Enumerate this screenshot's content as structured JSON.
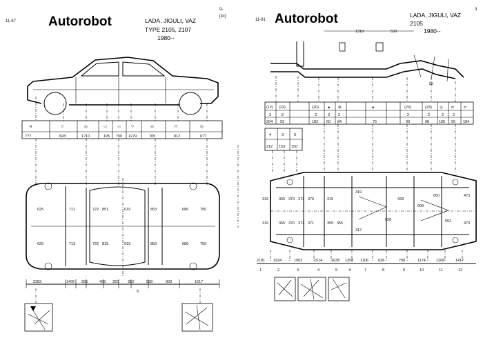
{
  "left_page": {
    "page_ref": "11-87",
    "corner_marks": [
      "9-",
      "[4c]"
    ],
    "brand": "Autorobot",
    "model_line1": "LADA, JIGULI, VAZ",
    "model_line2": "TYPE 2105, 2107",
    "year": "1980--",
    "side_table_values": [
      "7??",
      "828",
      "1?10",
      "195",
      "750",
      "1279",
      "705",
      "812",
      "6??"
    ],
    "plan_dimensions": [
      "625",
      "625",
      "711",
      "713",
      "722",
      "851",
      "722",
      "815",
      "619",
      "619",
      "853",
      "853",
      "686",
      "686",
      "750",
      "750"
    ],
    "bottom_dimensions": [
      "2383",
      "1406",
      "995",
      "423",
      "360",
      "352",
      "528",
      "903",
      "1617"
    ],
    "bottom_index": "8"
  },
  "right_page": {
    "page_ref": "11-91",
    "corner_mark": "3",
    "brand": "Autorobot",
    "model_line1": "LADA, JIGULI, VAZ",
    "model_line2": "2105",
    "year": "1980--",
    "top_dims": [
      "1318",
      "530"
    ],
    "frame_dim": "55",
    "table_row1": [
      "3",
      "2",
      "3",
      "3",
      "2",
      "2",
      "2",
      "2",
      "2"
    ],
    "table_row2": [
      "204",
      "93",
      "182",
      "60",
      "84",
      "75",
      "93",
      "98",
      "105",
      "56",
      "184"
    ],
    "left_stack": [
      "4",
      "212",
      "3",
      "153",
      "3",
      "150"
    ],
    "under_dims_left": [
      "316",
      "316",
      "365",
      "365",
      "370",
      "370",
      "372",
      "373",
      "376",
      "371",
      "315",
      "355",
      "355"
    ],
    "under_dims_mid": [
      "319",
      "317",
      "428",
      "628"
    ],
    "under_dims_right": [
      "650",
      "473",
      "473",
      "552",
      "609"
    ],
    "bottom_dims": [
      "2181",
      "1924",
      "1903",
      "1514",
      "1638",
      "1358",
      "1106",
      "638",
      "798",
      "1174",
      "1208",
      "1417"
    ],
    "bottom_index": [
      "1",
      "2",
      "3",
      "4",
      "5",
      "6",
      "7",
      "8",
      "9",
      "10",
      "11",
      "12"
    ]
  }
}
